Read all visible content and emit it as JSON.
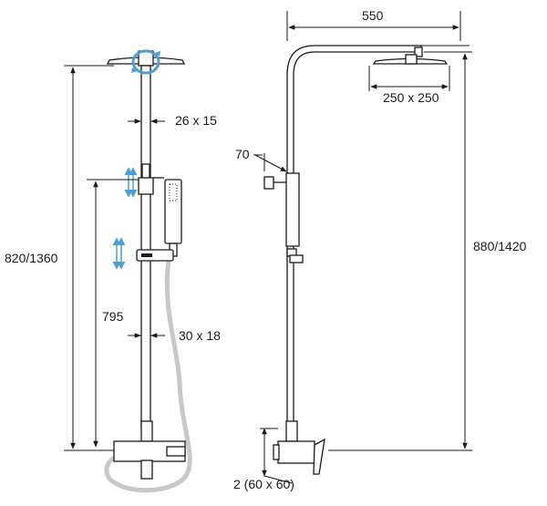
{
  "dimensions": {
    "total_width": "550",
    "head_size": "250 x 250",
    "height_left": "820/1360",
    "height_right": "880/1420",
    "pipe_upper": "26 x 15",
    "pipe_lower": "30 x 18",
    "rail_height": "795",
    "arm_offset": "70",
    "mixer_flange": "2 (60 x 60)"
  },
  "colors": {
    "line": "#1a1a1a",
    "accent": "#4a9fd8",
    "hose": "#c8c8c8"
  },
  "icons": {
    "rotation": "rotate-icon",
    "vertical_adjust": "updown-arrow-icon"
  }
}
